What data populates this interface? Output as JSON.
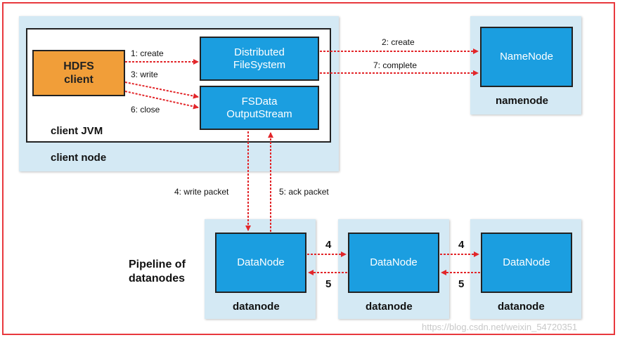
{
  "diagram": {
    "client_node": {
      "label": "client node",
      "jvm_label": "client JVM"
    },
    "hdfs_client": {
      "line1": "HDFS",
      "line2": "client"
    },
    "dfs": {
      "line1": "Distributed",
      "line2": "FileSystem"
    },
    "fsdos": {
      "line1": "FSData",
      "line2": "OutputStream"
    },
    "namenode": {
      "box": "NameNode",
      "label": "namenode"
    },
    "pipeline_label": {
      "line1": "Pipeline of",
      "line2": "datanodes"
    },
    "datanodes": [
      {
        "box": "DataNode",
        "label": "datanode"
      },
      {
        "box": "DataNode",
        "label": "datanode"
      },
      {
        "box": "DataNode",
        "label": "datanode"
      }
    ],
    "edges": {
      "create1": "1: create",
      "create2": "2: create",
      "write3": "3: write",
      "close6": "6: close",
      "complete7": "7: complete",
      "write_packet": "4: write packet",
      "ack_packet": "5: ack packet",
      "fwd1": "4",
      "back1": "5",
      "fwd2": "4",
      "back2": "5"
    },
    "arrow_color": "#e2262a"
  },
  "watermark": "https://blog.csdn.net/weixin_54720351"
}
